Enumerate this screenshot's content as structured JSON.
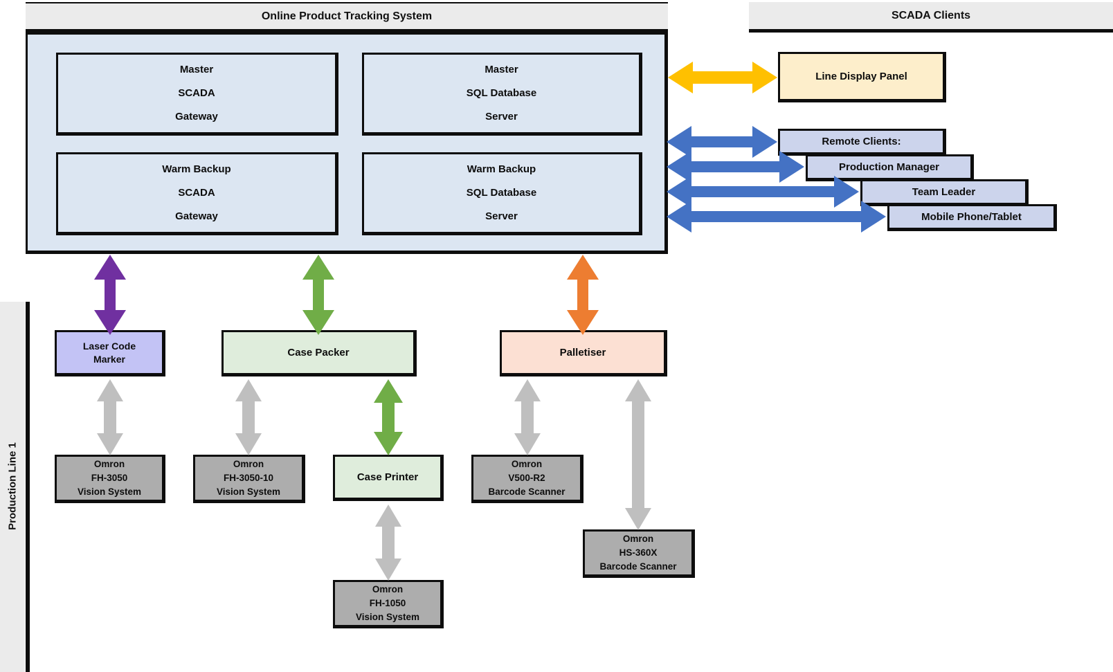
{
  "headers": {
    "system_title": "Online Product Tracking System",
    "clients_title": "SCADA Clients"
  },
  "system_panel": {
    "nodes": [
      {
        "name": "master-scada-gateway",
        "lines": [
          "Master",
          "SCADA",
          "Gateway"
        ]
      },
      {
        "name": "master-sql-server",
        "lines": [
          "Master",
          "SQL Database",
          "Server"
        ]
      },
      {
        "name": "backup-scada-gateway",
        "lines": [
          "Warm Backup",
          "SCADA",
          "Gateway"
        ]
      },
      {
        "name": "backup-sql-server",
        "lines": [
          "Warm Backup",
          "SQL Database",
          "Server"
        ]
      }
    ]
  },
  "scada_clients": {
    "display_panel": {
      "label": "Line Display Panel"
    },
    "remote": [
      {
        "label": "Remote Clients:"
      },
      {
        "label": "Production Manager"
      },
      {
        "label": "Team Leader"
      },
      {
        "label": "Mobile Phone/Tablet"
      }
    ]
  },
  "production_line": {
    "label": "Production Line 1",
    "equipment": [
      {
        "name": "laser-code-marker",
        "lines": [
          "Laser Code",
          "Marker"
        ]
      },
      {
        "name": "case-packer",
        "lines": [
          "Case Packer"
        ]
      },
      {
        "name": "palletiser",
        "lines": [
          "Palletiser"
        ]
      },
      {
        "name": "case-printer",
        "lines": [
          "Case Printer"
        ]
      }
    ],
    "devices": [
      {
        "name": "omron-fh-3050",
        "lines": [
          "Omron",
          "FH-3050",
          "Vision System"
        ]
      },
      {
        "name": "omron-fh-3050-10",
        "lines": [
          "Omron",
          "FH-3050-10",
          "Vision System"
        ]
      },
      {
        "name": "omron-v500-r2",
        "lines": [
          "Omron",
          "V500-R2",
          "Barcode Scanner"
        ]
      },
      {
        "name": "omron-fh-1050",
        "lines": [
          "Omron",
          "FH-1050",
          "Vision System"
        ]
      },
      {
        "name": "omron-hs-360x",
        "lines": [
          "Omron",
          "HS-360X",
          "Barcode Scanner"
        ]
      }
    ]
  },
  "colors": {
    "panel_blue": "#dce6f2",
    "banner_gray": "#ebebeb",
    "client_lavender": "#ccd4ec",
    "display_cream": "#fdeecb",
    "marker_periwinkle": "#c3c3f5",
    "packer_green": "#dfeddc",
    "palletiser_peach": "#fce0d3",
    "device_gray": "#adadad",
    "arrow_amber": "#ffc000",
    "arrow_blue": "#4472c4",
    "arrow_purple": "#7030a0",
    "arrow_green": "#70ad47",
    "arrow_orange": "#ed7d31",
    "arrow_silver": "#bfbfbf",
    "outline_black": "#0d0d0d"
  }
}
